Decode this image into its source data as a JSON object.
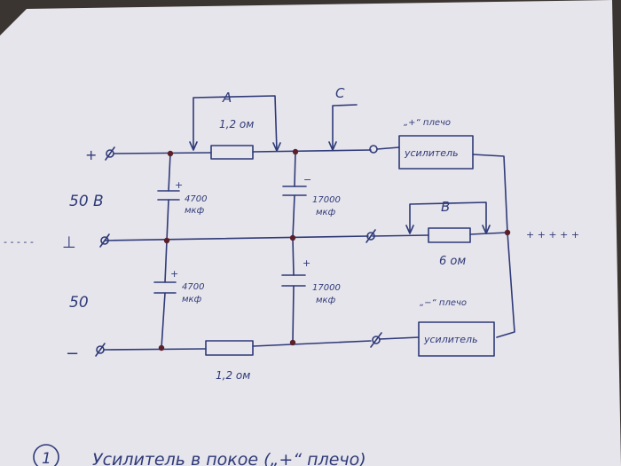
{
  "labels": {
    "plus": "+",
    "minus": "−",
    "ground": "⊥",
    "voltage_top": "50 В",
    "voltage_bottom": "50",
    "cap_top_left_value": "4700",
    "cap_top_left_unit": "мкф",
    "cap_bottom_left_value": "4700",
    "cap_bottom_left_unit": "мкф",
    "cap_top_right_value": "17000",
    "cap_top_right_unit": "мкф",
    "cap_bottom_right_value": "17000",
    "cap_bottom_right_unit": "мкф",
    "cap_top_left_sign": "+",
    "cap_bottom_left_sign": "+",
    "cap_top_right_sign": "−",
    "cap_bottom_right_sign": "+",
    "resistor_top": "1,2 ом",
    "resistor_bottom": "1,2 ом",
    "resistor_mid": "6 ом",
    "point_a": "A",
    "point_b": "B",
    "point_c": "C",
    "amp_top": "усилитель",
    "amp_bottom": "усилитель",
    "arm_plus": "„+“ плечо",
    "arm_minus": "„−“ плечо",
    "dashes_left": "- - - - -",
    "dashes_right": "+ + + + +",
    "footnote_number": "1",
    "footnote_text": "Усилитель в покое („+“ плечо)"
  },
  "colors": {
    "paper": "#e7e5ec",
    "ink": "#2e3a78",
    "dot": "#5a1f2a",
    "background": "#3a3530"
  }
}
